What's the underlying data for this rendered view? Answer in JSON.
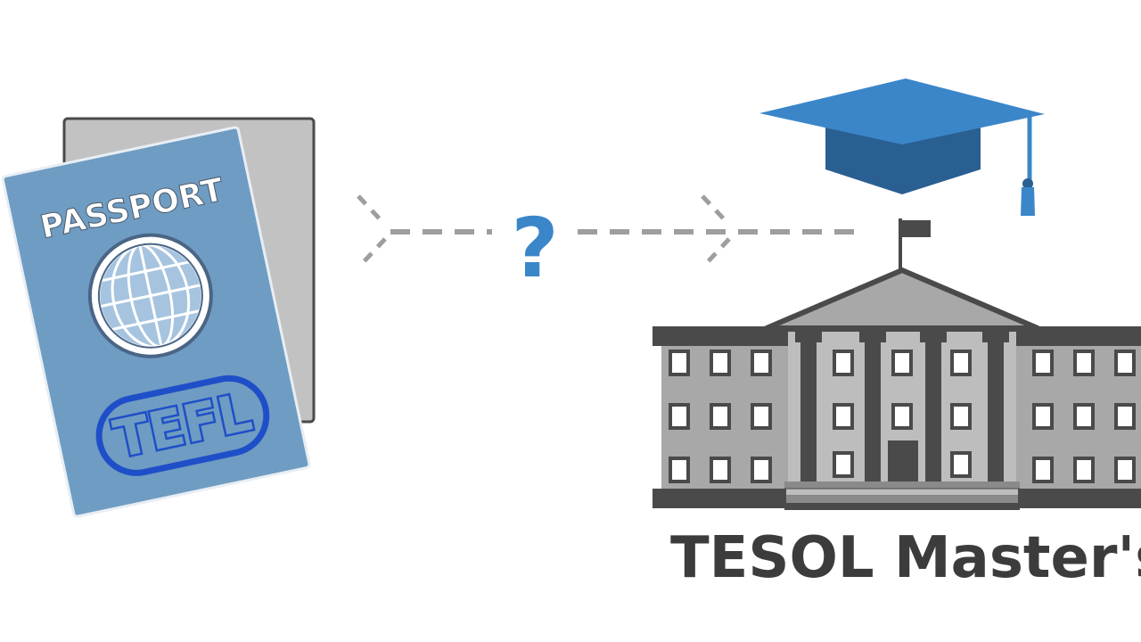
{
  "passport": {
    "title": "PASSPORT",
    "stamp": "TEFL"
  },
  "connector": {
    "symbol": "?"
  },
  "destination": {
    "caption": "TESOL Master's"
  },
  "colors": {
    "passport_cover": "#6f9cc2",
    "passport_back": "#c2c2c2",
    "stamp": "#1f4fc8",
    "cap_top": "#3b86c9",
    "cap_band": "#2a5f92",
    "building": "#a8a8a8",
    "building_dark": "#4a4a4a",
    "dashes": "#9e9e9e",
    "question": "#3b86c9",
    "caption": "#3c3c3c"
  },
  "icons": [
    "passport-icon",
    "globe-icon",
    "graduation-cap-icon",
    "university-building-icon",
    "flag-icon"
  ]
}
